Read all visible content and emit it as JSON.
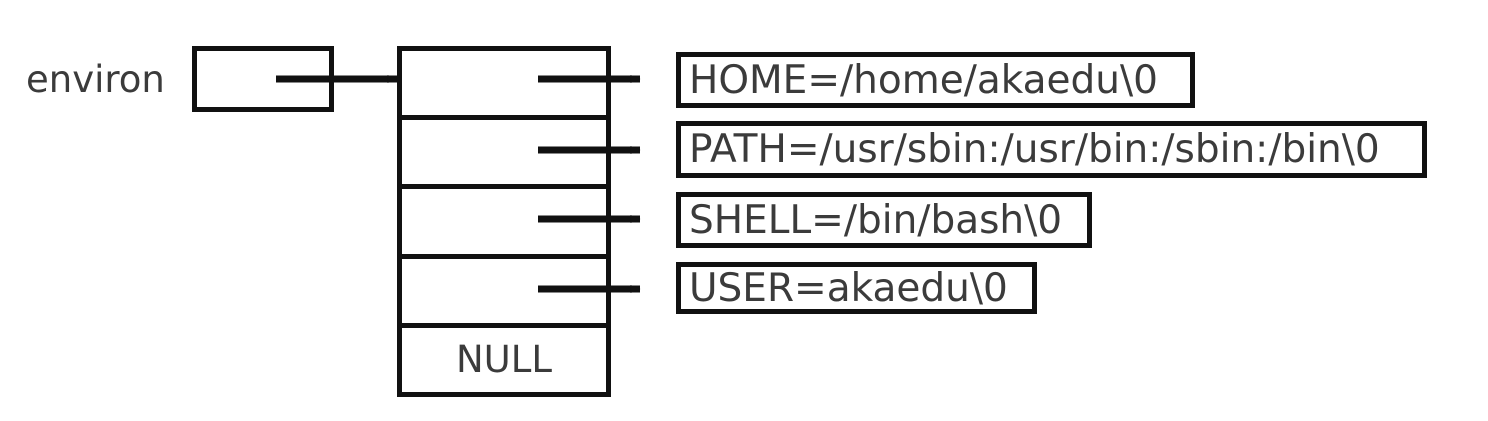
{
  "diagram": {
    "title": "environ pointer array diagram",
    "background_color": "#ffffff",
    "line_color": "#111111",
    "text_color": "#3b3b3b",
    "variable_label": "environ",
    "null_terminator_label": "NULL",
    "pointer_box": {
      "label": "",
      "has_pointer_stub": true
    },
    "array": {
      "cell_count": 5,
      "pointer_cells": 4,
      "cells": [
        {
          "index": 0,
          "value": "",
          "points_to": "HOME=/home/akaedu\\0"
        },
        {
          "index": 1,
          "value": "",
          "points_to": "PATH=/usr/sbin:/usr/bin:/sbin:/bin\\0"
        },
        {
          "index": 2,
          "value": "",
          "points_to": "SHELL=/bin/bash\\0"
        },
        {
          "index": 3,
          "value": "",
          "points_to": "USER=akaedu\\0"
        },
        {
          "index": 4,
          "value": "NULL",
          "points_to": null
        }
      ]
    },
    "strings": [
      {
        "name": "home-string",
        "text": "HOME=/home/akaedu\\0"
      },
      {
        "name": "path-string",
        "text": "PATH=/usr/sbin:/usr/bin:/sbin:/bin\\0"
      },
      {
        "name": "shell-string",
        "text": "SHELL=/bin/bash\\0"
      },
      {
        "name": "user-string",
        "text": "USER=akaedu\\0"
      }
    ]
  }
}
